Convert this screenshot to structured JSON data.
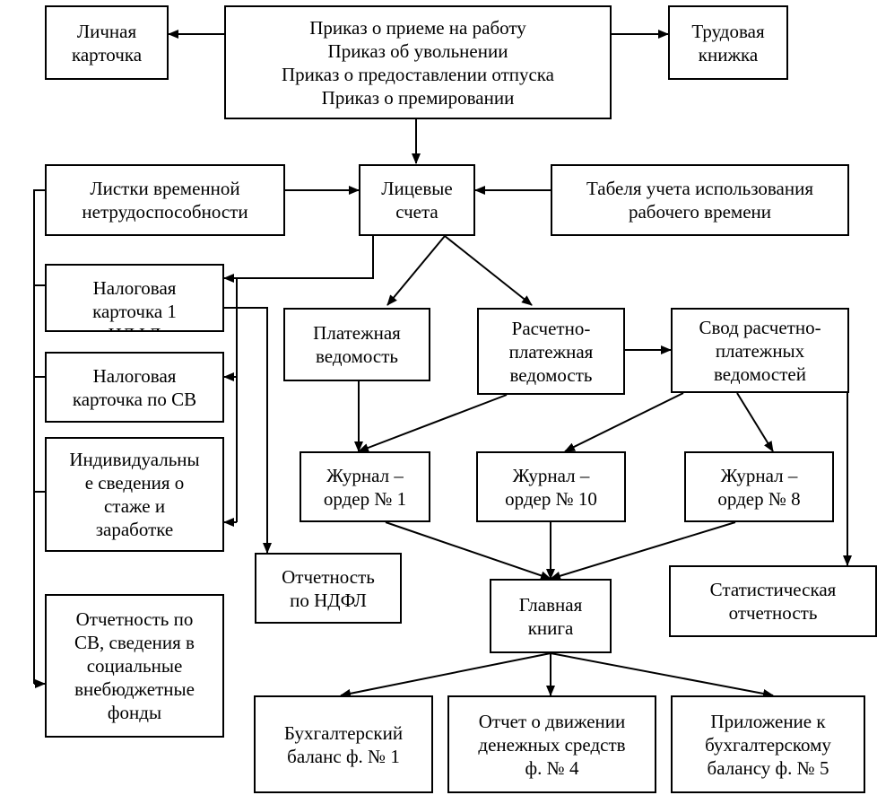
{
  "boxes": {
    "lichnaya_kartochka": [
      "Личная",
      "карточка"
    ],
    "prikazy": [
      "Приказ о приеме на работу",
      "Приказ об увольнении",
      "Приказ о предоставлении  отпуска",
      "Приказ о премировании"
    ],
    "trudovaya_knizhka": [
      "Трудовая",
      "книжка"
    ],
    "listki": [
      "Листки временной",
      "нетрудоспособности"
    ],
    "litsevye_scheta": [
      "Лицевые",
      "счета"
    ],
    "tabel": [
      "Табеля учета использования",
      "рабочего времени"
    ],
    "nalogovaya_kartochka_1": [
      "Налоговая",
      "карточка 1",
      "НДФЛ"
    ],
    "platezhnaya_vedomost": [
      "Платежная",
      "ведомость"
    ],
    "raschetno_platezhnaya": [
      "Расчетно-",
      "платежная",
      "ведомость"
    ],
    "svod": [
      "Свод расчетно-",
      "платежных",
      "ведомостей"
    ],
    "nalogovaya_kartochka_sv": [
      "Налоговая",
      "карточка по СВ"
    ],
    "individualnye": [
      "Индивидуальны",
      "е сведения о",
      "стаже и",
      "заработке"
    ],
    "zhurnal_1": [
      "Журнал –",
      "ордер № 1"
    ],
    "zhurnal_10": [
      "Журнал –",
      "ордер № 10"
    ],
    "zhurnal_8": [
      "Журнал –",
      "ордер № 8"
    ],
    "otchetnost_ndfl": [
      "Отчетность",
      "по НДФЛ"
    ],
    "glavnaya_kniga": [
      "Главная",
      "книга"
    ],
    "statisticheskaya": [
      "Статистическая",
      "отчетность"
    ],
    "otchetnost_sv": [
      "Отчетность по",
      "СВ, сведения в",
      "социальные",
      "внебюджетные",
      "фонды"
    ],
    "buh_balans": [
      "Бухгалтерский",
      "баланс ф. № 1"
    ],
    "otchet_dds": [
      "Отчет о движении",
      "денежных  средств",
      "ф. № 4"
    ],
    "prilozhenie": [
      "Приложение к",
      "бухгалтерскому",
      "балансу ф. № 5"
    ]
  }
}
